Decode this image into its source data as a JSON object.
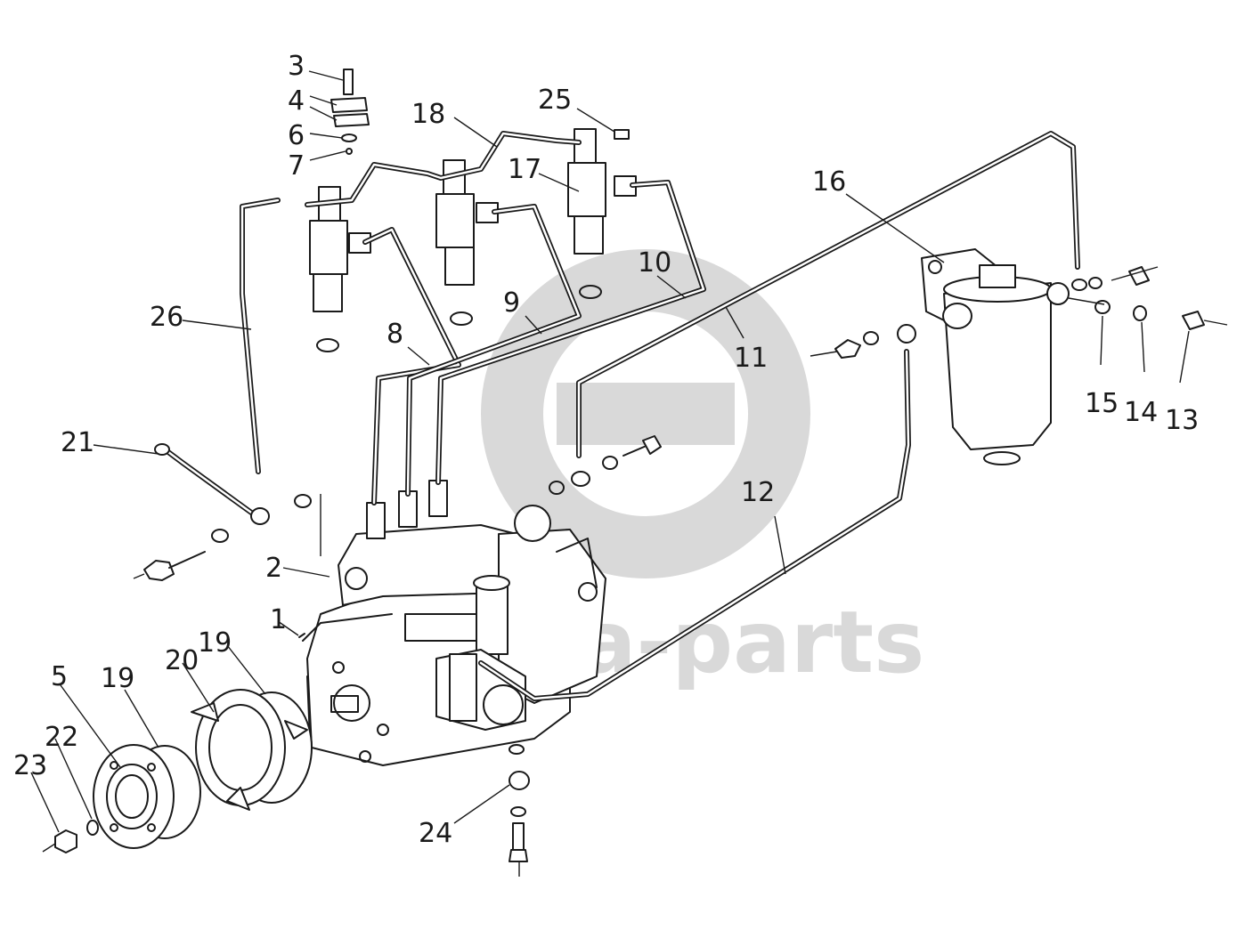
{
  "watermark": {
    "text": "deta-parts"
  },
  "callouts": [
    {
      "number": "1"
    },
    {
      "number": "2"
    },
    {
      "number": "3"
    },
    {
      "number": "4"
    },
    {
      "number": "5"
    },
    {
      "number": "6"
    },
    {
      "number": "7"
    },
    {
      "number": "8"
    },
    {
      "number": "9"
    },
    {
      "number": "10"
    },
    {
      "number": "11"
    },
    {
      "number": "12"
    },
    {
      "number": "13"
    },
    {
      "number": "14"
    },
    {
      "number": "15"
    },
    {
      "number": "16"
    },
    {
      "number": "17"
    },
    {
      "number": "18"
    },
    {
      "number": "19"
    },
    {
      "number": "19"
    },
    {
      "number": "20"
    },
    {
      "number": "21"
    },
    {
      "number": "22"
    },
    {
      "number": "23"
    },
    {
      "number": "24"
    },
    {
      "number": "25"
    },
    {
      "number": "26"
    }
  ]
}
